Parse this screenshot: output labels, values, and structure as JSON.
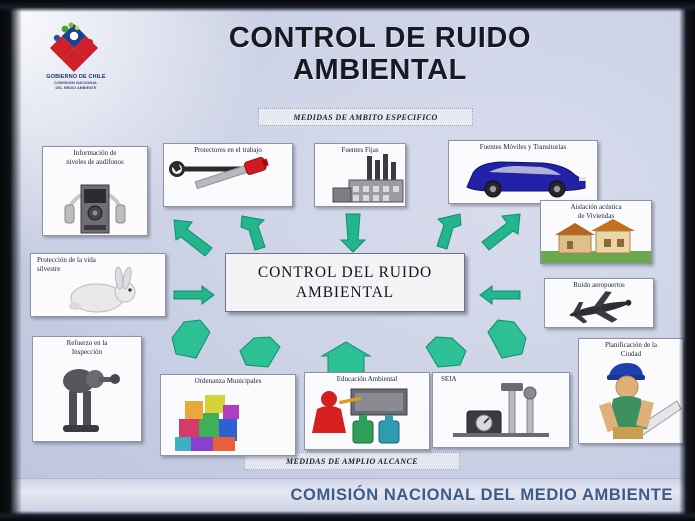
{
  "slide": {
    "title_line1": "CONTROL DE RUIDO",
    "title_line2": "AMBIENTAL",
    "subtitle_top": "MEDIDAS DE AMBITO ESPECIFICO",
    "subtitle_bottom": "MEDIDAS DE AMPLIO ALCANCE",
    "footer": "COMISIÓN NACIONAL DEL MEDIO AMBIENTE"
  },
  "logo": {
    "name": "gobierno-de-chile-logo",
    "line1": "GOBIERNO DE CHILE",
    "line2": "COMISION NACIONAL",
    "line3": "DEL MEDIO AMBIENTE"
  },
  "center": {
    "line1": "CONTROL DEL RUIDO",
    "line2": "AMBIENTAL"
  },
  "items": [
    {
      "id": "informacion-niveles-audifonos",
      "label": "Información de\nniveles de audífonos",
      "icon": "headphones-stereo-icon"
    },
    {
      "id": "protectores-en-el-trabajo",
      "label": "Protectores en el trabajo",
      "icon": "wrench-screwdriver-icon"
    },
    {
      "id": "fuentes-fijas",
      "label": "Fuentes Fijas",
      "icon": "factory-icon"
    },
    {
      "id": "fuentes-moviles-transitorias",
      "label": "Fuentes Móviles y Transitorias",
      "icon": "blue-car-icon"
    },
    {
      "id": "aislacion-acustica-viviendas",
      "label": "Aislación acústica\nde Viviendas",
      "icon": "houses-icon"
    },
    {
      "id": "ruido-aeropuertos",
      "label": "Ruido aeropuertos",
      "icon": "airplane-icon"
    },
    {
      "id": "planificacion-de-la-ciudad",
      "label": "Planificación de la\nCiudad",
      "icon": "construction-worker-icon"
    },
    {
      "id": "proteccion-vida-silvestre",
      "label": "Protección de la vida\nsilvestre",
      "icon": "rabbit-icon"
    },
    {
      "id": "refuerzo-en-la-inspeccion",
      "label": "Refuerzo en la\nInspección",
      "icon": "inspector-icon"
    },
    {
      "id": "ordenanza-municipales",
      "label": "Ordenanza Municipales",
      "icon": "colored-blocks-icon"
    },
    {
      "id": "educacion-ambiental",
      "label": "Educación Ambiental",
      "icon": "teacher-board-icon"
    },
    {
      "id": "seia",
      "label": "SEIA",
      "icon": "measuring-equipment-icon"
    }
  ],
  "colors": {
    "arrow_green": "#27bd93",
    "arrow_teal_dark": "#159c7a",
    "background_blue": "#c5cbe2",
    "footer_text": "#3e5a86",
    "title_text": "#171a22"
  },
  "arrow_count": 12
}
